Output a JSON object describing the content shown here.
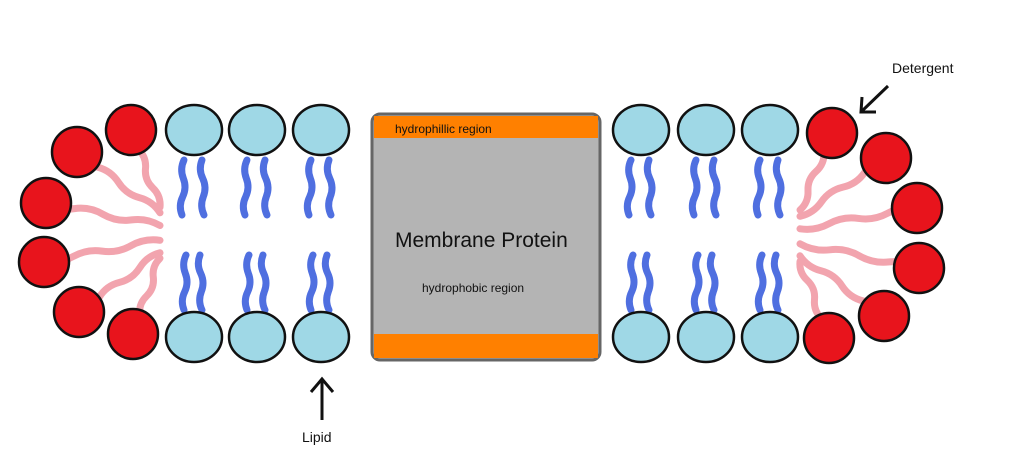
{
  "labels": {
    "protein_title": "Membrane Protein",
    "hydrophilic": "hydrophillic region",
    "hydrophobic": "hydrophobic region",
    "lipid": "Lipid",
    "detergent": "Detergent"
  },
  "colors": {
    "lipid_head": "#9fd8e6",
    "lipid_tail": "#4f6fe0",
    "detergent_head": "#e8141c",
    "detergent_tail": "#f2a4ae",
    "protein_body": "#b4b4b4",
    "protein_cap": "#ff8000",
    "outline": "#111111"
  }
}
